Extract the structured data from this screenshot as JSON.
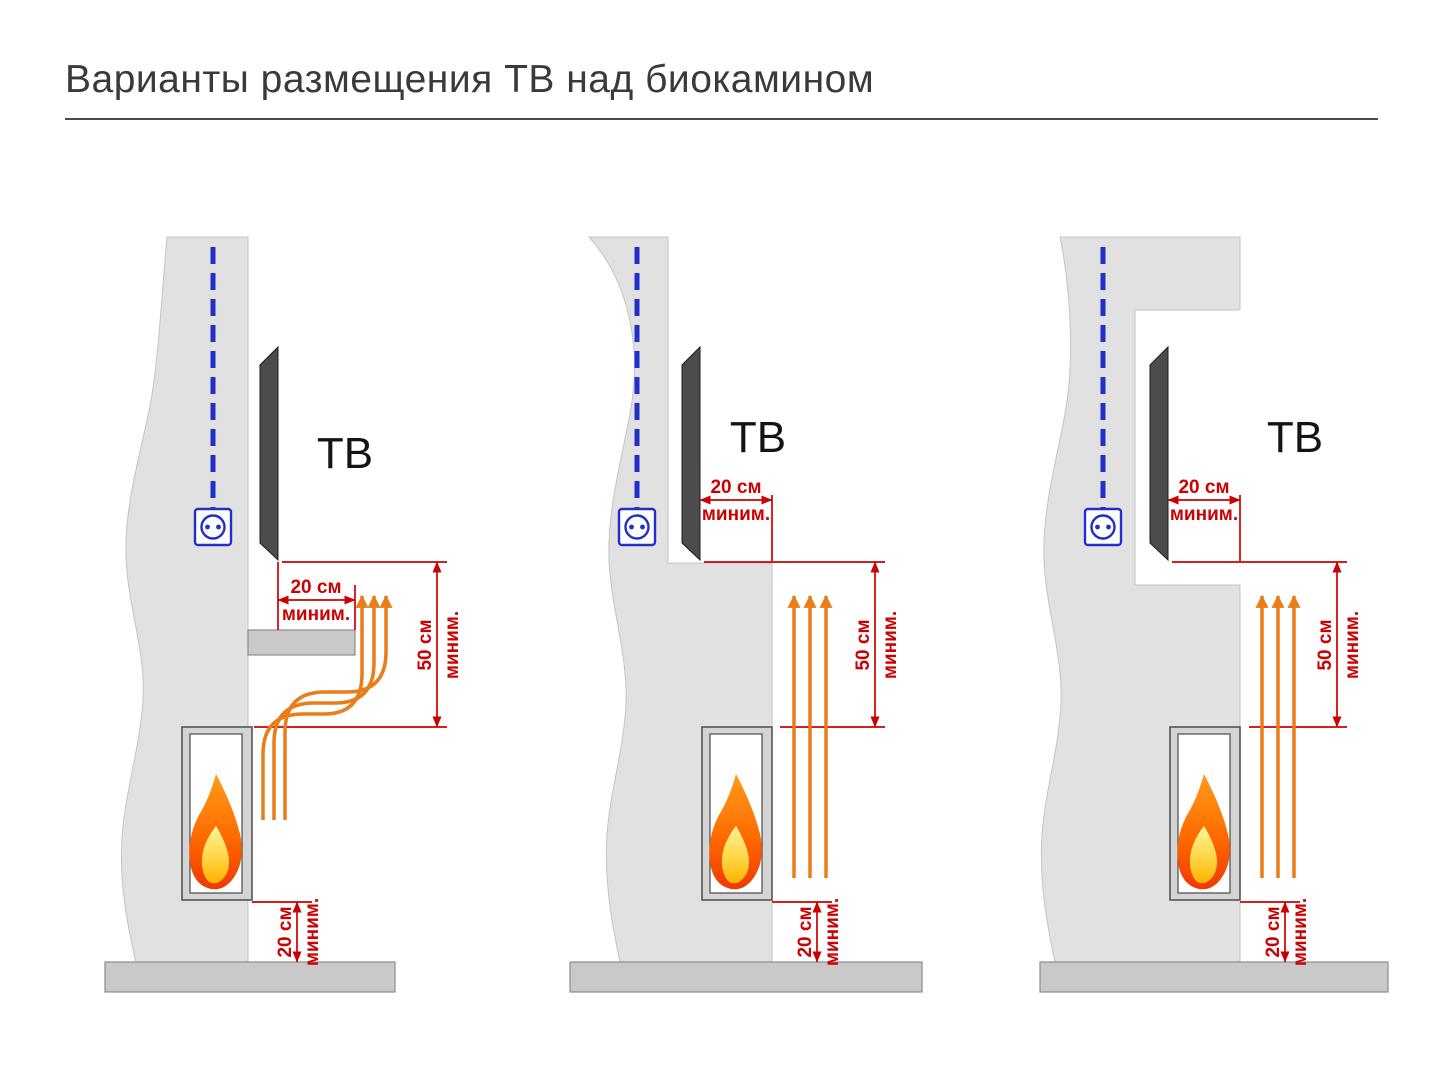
{
  "title": "Варианты размещения ТВ над биокамином",
  "colors": {
    "dimension_red": "#cc0000",
    "heat_orange": "#e87d1a",
    "cable_blue": "#2030c8",
    "wall_gray": "#e1e1e1",
    "tv_dark_gray": "#4c4c4c",
    "flame_orange": "#ff6a00",
    "flame_yellow": "#ffd23f"
  },
  "panels": [
    {
      "tv_label": "ТВ",
      "side_gap": {
        "value": "20 см",
        "qualifier": "миним."
      },
      "vertical_clearance": {
        "value": "50 см",
        "qualifier": "миним."
      },
      "floor_clearance": {
        "value": "20 см",
        "qualifier": "миним."
      }
    },
    {
      "tv_label": "ТВ",
      "side_gap": {
        "value": "20 см",
        "qualifier": "миним."
      },
      "vertical_clearance": {
        "value": "50 см",
        "qualifier": "миним."
      },
      "floor_clearance": {
        "value": "20 см",
        "qualifier": "миним."
      }
    },
    {
      "tv_label": "ТВ",
      "side_gap": {
        "value": "20 см",
        "qualifier": "миним."
      },
      "vertical_clearance": {
        "value": "50 см",
        "qualifier": "миним."
      },
      "floor_clearance": {
        "value": "20 см",
        "qualifier": "миним."
      }
    }
  ]
}
